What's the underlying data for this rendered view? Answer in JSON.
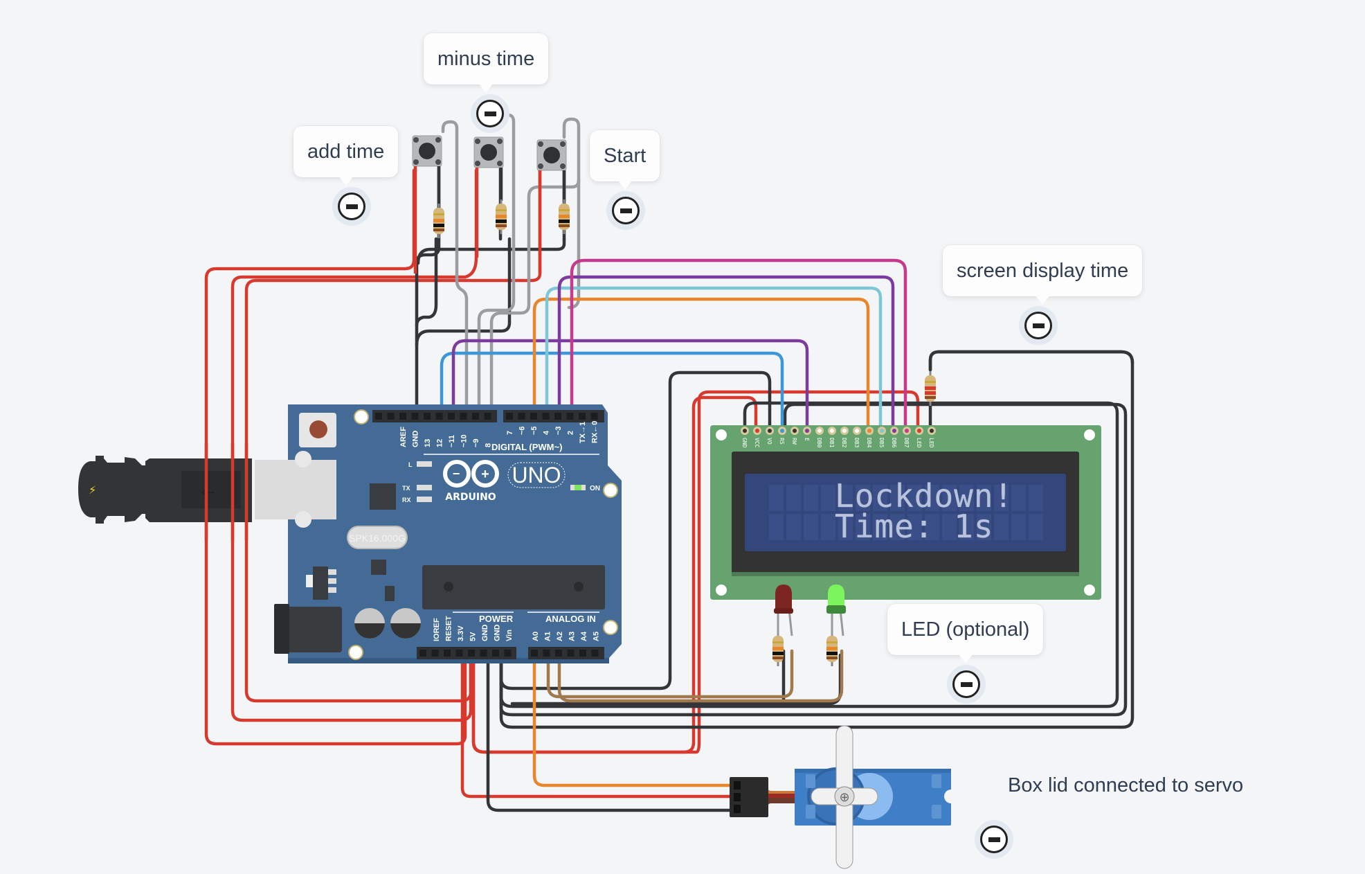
{
  "notes": {
    "add_time": "add time",
    "minus_time": "minus time",
    "start": "Start",
    "screen_display_time": "screen display time",
    "led_optional": "LED (optional)",
    "box_lid": "Box lid connected to servo"
  },
  "lcd": {
    "line1": "Lockdown!",
    "line2": "Time: 1s",
    "pin_labels": [
      "GND",
      "VCC",
      "VO",
      "RS",
      "RW",
      "E",
      "DB0",
      "DB1",
      "DB2",
      "DB3",
      "DB4",
      "DB5",
      "DB6",
      "DB7",
      "LED",
      "LED"
    ]
  },
  "arduino": {
    "brand": "ARDUINO",
    "model": "UNO",
    "on_label": "ON",
    "digital_label": "DIGITAL (PWM~)",
    "power_label": "POWER",
    "analog_label": "ANALOG IN",
    "crystal_label": "SPK16.000G",
    "led_labels": [
      "L",
      "TX",
      "RX"
    ],
    "digital_pins": [
      "AREF",
      "GND",
      "13",
      "12",
      "~11",
      "~10",
      "~9",
      "8",
      "7",
      "~6",
      "~5",
      "4",
      "~3",
      "2",
      "TX→1",
      "RX←0"
    ],
    "power_pins": [
      "IOREF",
      "RESET",
      "3.3V",
      "5V",
      "GND",
      "GND",
      "Vin"
    ],
    "analog_pins": [
      "A0",
      "A1",
      "A2",
      "A3",
      "A4",
      "A5"
    ]
  },
  "colors": {
    "board": "#436b95",
    "lcd_pcb": "#66a36f",
    "lcd_screen": "#34477c",
    "wire_red": "#d63a2f",
    "wire_black": "#333538",
    "wire_gray": "#9a9c9f",
    "wire_blue": "#3d97d6",
    "wire_purple": "#7c3b9d",
    "wire_orange": "#e8862d",
    "wire_cyan": "#7dc8d8",
    "wire_magenta": "#c43a8f",
    "wire_brown": "#a07a4d",
    "led_red": "#8b2521",
    "led_green": "#7cf55d",
    "servo": "#3f7fc7"
  }
}
